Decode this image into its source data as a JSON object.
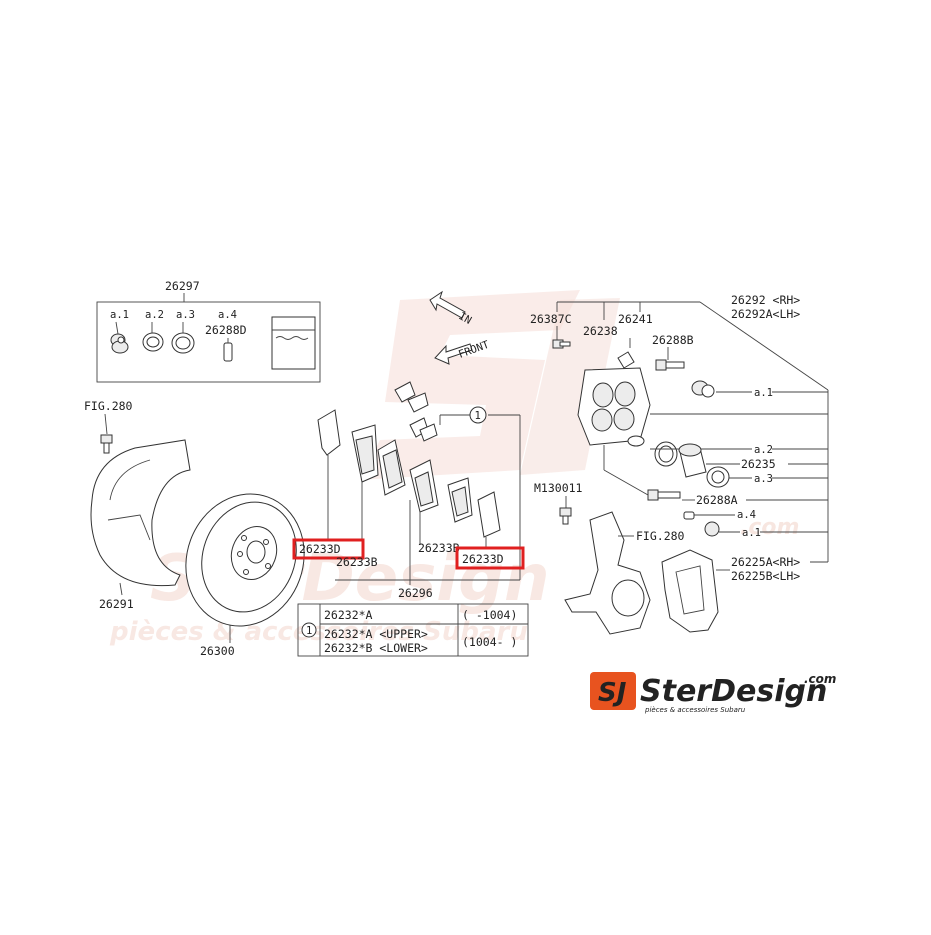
{
  "parts": {
    "kit_26297": "26297",
    "kit_a1": "a.1",
    "kit_a2": "a.2",
    "kit_a3": "a.3",
    "kit_a4": "a.4",
    "kit_26288D": "26288D",
    "fig280_left": "FIG.280",
    "shield": "26291",
    "rotor": "26300",
    "shim_left": "26233D",
    "shim_b_left": "26233B",
    "shim_b_right": "26233B",
    "shim_right": "26233D",
    "pad_kit": "26296",
    "callout_1": "1",
    "in_arrow": "IN",
    "front_arrow": "FRONT",
    "p26387C": "26387C",
    "p26238": "26238",
    "p26241": "26241",
    "p26288B": "26288B",
    "caliper_rh": "26292 <RH>",
    "caliper_lh": "26292A<LH>",
    "r_a1": "a.1",
    "r_a2": "a.2",
    "r_26235": "26235",
    "r_a3": "a.3",
    "r_26288A": "26288A",
    "r_a4": "a.4",
    "r_a1b": "a.1",
    "m130011": "M130011",
    "fig280_right": "FIG.280",
    "bracket_rh": "26225A<RH>",
    "bracket_lh": "26225B<LH>"
  },
  "table": {
    "callout": "1",
    "row1_part": "26232*A",
    "row1_range": "( -1004)",
    "row2_part_a": "26232*A <UPPER>",
    "row2_part_b": "26232*B <LOWER>",
    "row2_range": "(1004- )"
  },
  "highlight_color": "#e02020",
  "logo": {
    "monogram": "SJ",
    "name": "SterDesign",
    "domain": ".com",
    "tagline": "pièces & accessoires Subaru"
  },
  "watermark": {
    "name": "SterDesign",
    "domain": ".com",
    "tagline": "pièces & accessoires Subaru"
  }
}
